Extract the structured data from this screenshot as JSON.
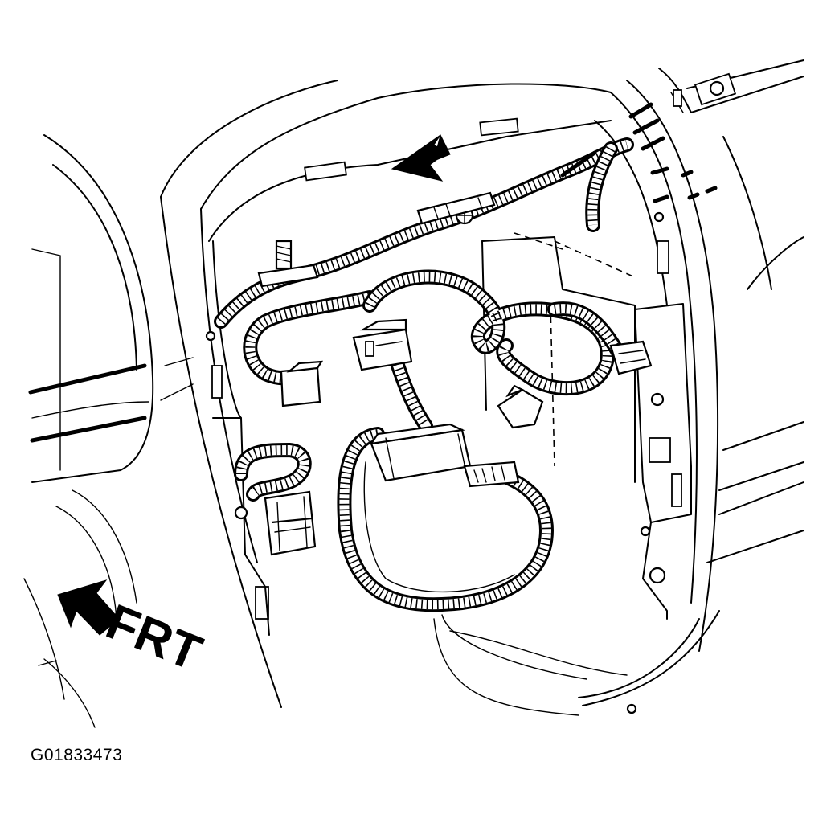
{
  "diagram": {
    "direction_label": "FRT",
    "figure_id": "G01833473"
  },
  "icons": {
    "front_arrow": "solid-arrow-pointing-forward",
    "view_arrow": "solid-arrow-indicating-view-direction"
  },
  "colors": {
    "line": "#000000",
    "background": "#ffffff"
  }
}
